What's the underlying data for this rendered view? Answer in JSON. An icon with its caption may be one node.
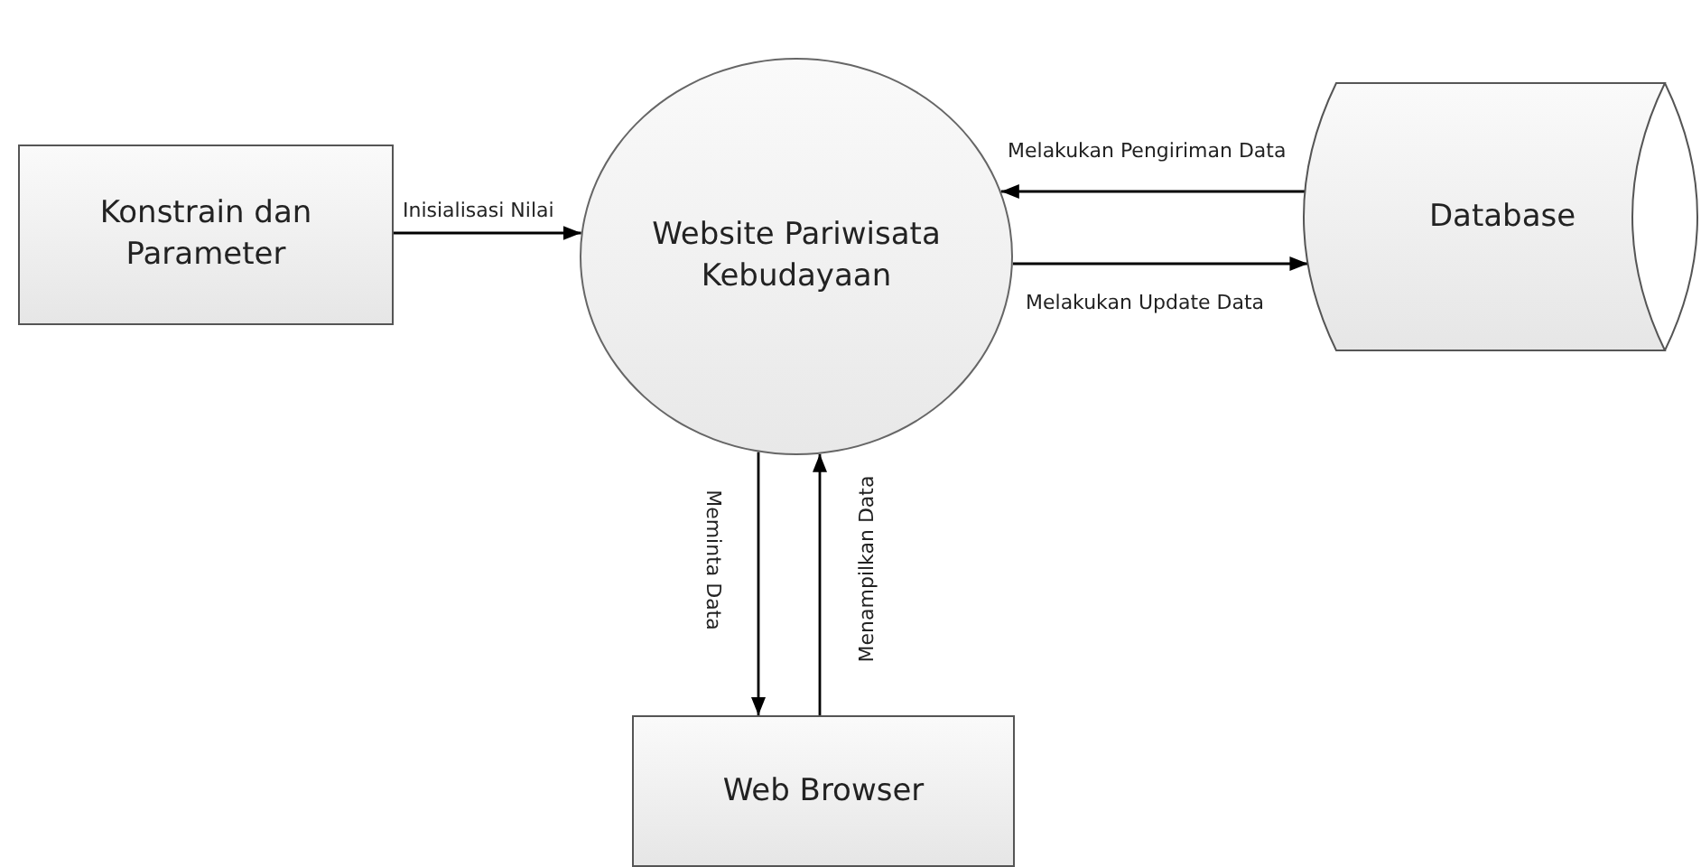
{
  "diagram": {
    "nodes": [
      {
        "text": [
          "Konstrain dan Parameter"
        ]
      },
      {
        "text": [
          "Website Pariwisata Kebudayaan"
        ]
      },
      {
        "text": [
          "Database"
        ]
      },
      {
        "text": [
          "Web Browser"
        ]
      }
    ],
    "edges": [
      {
        "from": 0,
        "to": 1,
        "arrow": "to",
        "label": "Inisialisasi Nilai"
      },
      {
        "from": 2,
        "to": 1,
        "arrow": "to",
        "label": "Melakukan Pengiriman Data"
      },
      {
        "from": 1,
        "to": 2,
        "arrow": "to",
        "label": "Melakukan Update Data"
      },
      {
        "from": 1,
        "to": 3,
        "arrow": "to",
        "label": "Meminta Data"
      },
      {
        "from": 3,
        "to": 1,
        "arrow": "to",
        "label": "Menampilkan Data"
      }
    ]
  }
}
